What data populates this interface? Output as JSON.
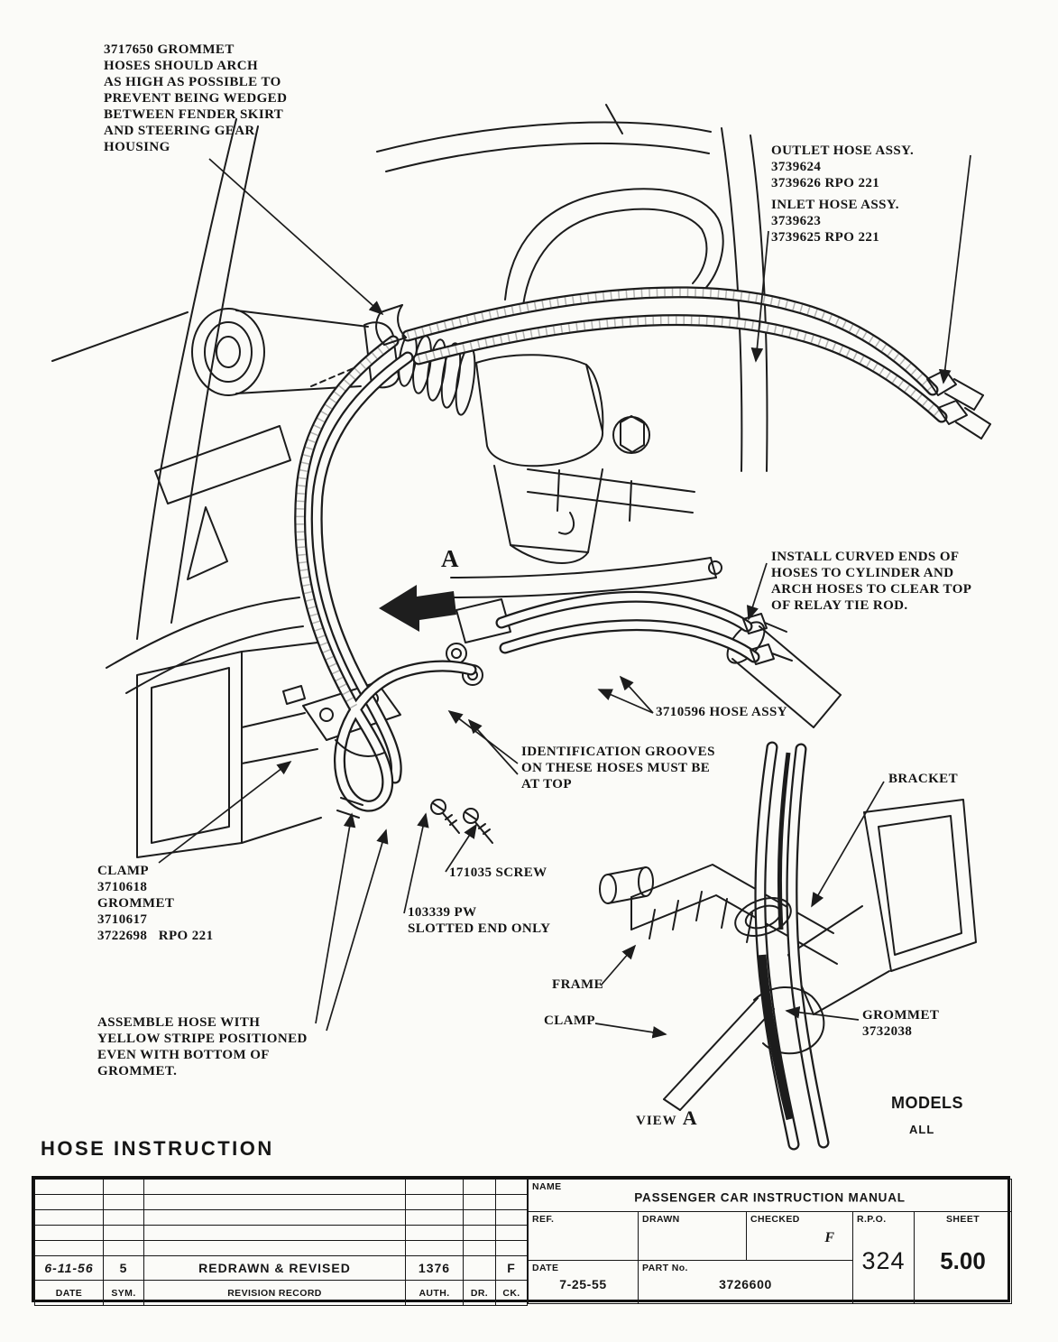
{
  "page": {
    "heading": "HOSE  INSTRUCTION",
    "marker_letter": "A",
    "view_label": "VIEW",
    "view_letter": "A",
    "models_label": "MODELS",
    "models_value": "ALL"
  },
  "colors": {
    "ink": "#1c1c1c",
    "paper": "#fbfbf8"
  },
  "annotations": {
    "grommet_note": "3717650 GROMMET\nHOSES SHOULD ARCH\nAS HIGH AS POSSIBLE TO\nPREVENT BEING WEDGED\nBETWEEN FENDER SKIRT\nAND STEERING GEAR\nHOUSING",
    "outlet_hose": "OUTLET HOSE ASSY.\n3739624\n3739626 RPO 221",
    "inlet_hose": "INLET HOSE ASSY.\n3739623\n3739625 RPO 221",
    "install_note": "INSTALL CURVED ENDS OF\nHOSES TO CYLINDER AND\nARCH HOSES TO CLEAR TOP\nOF RELAY TIE ROD.",
    "hose_assy": "3710596 HOSE ASSY",
    "identification_note": "IDENTIFICATION GROOVES\nON THESE HOSES MUST BE\nAT TOP",
    "clamp_grommet_note": "CLAMP\n3710618\nGROMMET\n3710617\n3722698   RPO 221",
    "screw_note": "171035 SCREW",
    "pw_note": "103339 PW\nSLOTTED END ONLY",
    "assemble_note": "ASSEMBLE HOSE WITH\nYELLOW STRIPE POSITIONED\nEVEN WITH BOTTOM OF\nGROMMET.",
    "bracket_label": "BRACKET",
    "frame_label": "FRAME",
    "clamp_label": "CLAMP",
    "grommet_label": "GROMMET\n3732038"
  },
  "title_block": {
    "name_label": "NAME",
    "name_value": "PASSENGER CAR INSTRUCTION MANUAL",
    "ref_label": "REF.",
    "drawn_label": "DRAWN",
    "checked_label": "CHECKED",
    "checked_value": "F",
    "rpo_label": "R.P.O.",
    "rpo_value": "324",
    "sheet_label": "SHEET",
    "sheet_value": "5.00",
    "date_label": "DATE",
    "date_value": "7-25-55",
    "part_label": "PART No.",
    "part_value": "3726600",
    "revision_row": {
      "date": "6-11-56",
      "sym": "5",
      "record": "REDRAWN & REVISED",
      "auth": "1376",
      "dr": "",
      "ck": "F"
    },
    "header_row": {
      "date": "DATE",
      "sym": "SYM.",
      "record": "REVISION RECORD",
      "auth": "AUTH.",
      "dr": "DR.",
      "ck": "CK."
    }
  }
}
